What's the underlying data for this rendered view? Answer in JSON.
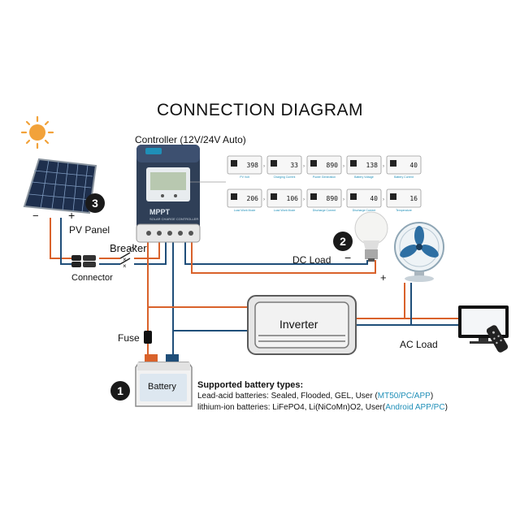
{
  "title": "CONNECTION DIAGRAM",
  "controller": {
    "label": "Controller (12V/24V Auto)",
    "brand_text": "MPPT",
    "subtitle": "SOLAR CHARGE CONTROLLER"
  },
  "labels": {
    "pv_panel": "PV Panel",
    "breaker": "Breaker",
    "connector": "Connector",
    "dc_load": "DC Load",
    "fuse": "Fuse",
    "battery": "Battery",
    "inverter": "Inverter",
    "ac_load": "AC Load",
    "plus": "+",
    "minus": "−"
  },
  "badges": {
    "pv": "3",
    "dc_load": "2",
    "battery": "1"
  },
  "displays": {
    "row1": [
      {
        "value": "398",
        "caption": "PV Volt"
      },
      {
        "value": "33",
        "caption": "Charging Current"
      },
      {
        "value": "890",
        "caption": "Power Generation"
      },
      {
        "value": "138",
        "caption": "Battery Voltage"
      },
      {
        "value": "40",
        "caption": "Battery Current"
      }
    ],
    "row2": [
      {
        "value": "206",
        "caption": "Load Work Mode"
      },
      {
        "value": "106",
        "caption": "Load Work Mode"
      },
      {
        "value": "890",
        "caption": "Discharge Current"
      },
      {
        "value": "40",
        "caption": "Discharge Current"
      },
      {
        "value": "16",
        "caption": "Temperature"
      }
    ]
  },
  "supported": {
    "heading": "Supported battery types:",
    "lead_prefix": "Lead-acid batteries: Sealed, Flooded, GEL, User (",
    "lead_highlight": "MT50/PC/APP",
    "lead_suffix": ")",
    "lithium_prefix": "lithium-ion batteries: LiFePO4, Li(NiCoMn)O2, User(",
    "lithium_highlight": "Android APP/PC",
    "lithium_suffix": ")"
  },
  "colors": {
    "positive_wire": "#d9622b",
    "negative_wire": "#1f4e79",
    "controller_body": "#2f3f57",
    "accent": "#1f8fb8",
    "sun": "#f2a23a"
  },
  "icons": [
    "sun-icon",
    "solar-panel-icon",
    "controller-icon",
    "light-bulb-icon",
    "fan-icon",
    "tv-icon",
    "remote-icon",
    "battery-icon",
    "inverter-icon",
    "fuse-icon",
    "breaker-icon",
    "connector-icon"
  ]
}
